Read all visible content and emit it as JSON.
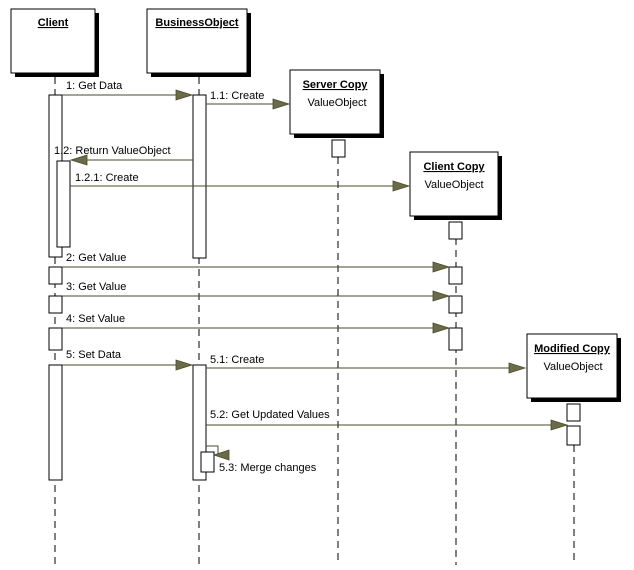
{
  "objects": {
    "client": {
      "title": "Client",
      "subtitle": ""
    },
    "business_object": {
      "title": "BusinessObject",
      "subtitle": ""
    },
    "server_copy": {
      "title": "Server Copy",
      "subtitle": "ValueObject"
    },
    "client_copy": {
      "title": "Client Copy",
      "subtitle": "ValueObject"
    },
    "modified_copy": {
      "title": "Modified Copy",
      "subtitle": "ValueObject"
    }
  },
  "messages": {
    "m1": "1: Get Data",
    "m1_1": "1.1: Create",
    "m1_2": "1.2: Return ValueObject",
    "m1_2_1": "1.2.1: Create",
    "m2": "2: Get Value",
    "m3": "3: Get Value",
    "m4": "4: Set Value",
    "m5": "5: Set Data",
    "m5_1": "5.1: Create",
    "m5_2": "5.2: Get Updated Values",
    "m5_3": "5.3: Merge changes"
  },
  "colors": {
    "line": "#000000",
    "arrow": "#6b6b4a"
  }
}
